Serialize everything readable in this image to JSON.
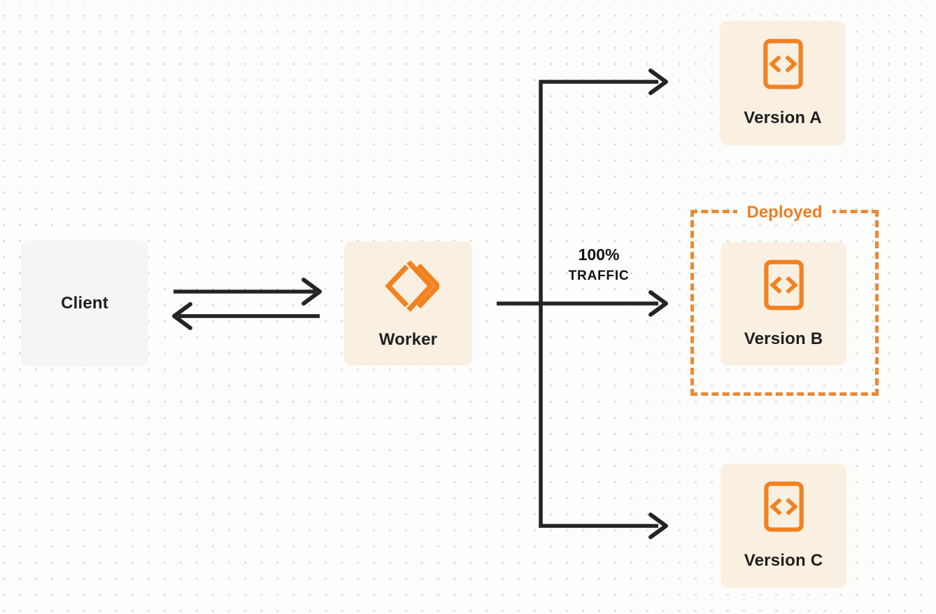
{
  "nodes": {
    "client": {
      "label": "Client"
    },
    "worker": {
      "label": "Worker"
    },
    "version_a": {
      "label": "Version A"
    },
    "version_b": {
      "label": "Version B"
    },
    "version_c": {
      "label": "Version C"
    }
  },
  "annotations": {
    "deployed": "Deployed",
    "traffic_percent": "100%",
    "traffic_word": "TRAFFIC"
  },
  "icons": {
    "worker": "cloudflare-workers-logo",
    "version": "code-file"
  },
  "colors": {
    "orange_icon": "#F28121",
    "dashed_border": "#E98A36",
    "deployed_text": "#ED7D23",
    "arrow": "#242424",
    "node_cream_bg": "#FAF0E2",
    "client_bg": "#F4F5F6",
    "canvas_bg": "#FDFDFC",
    "grid_dot": "#DCDCDC",
    "label_text": "#1F1F1F"
  }
}
